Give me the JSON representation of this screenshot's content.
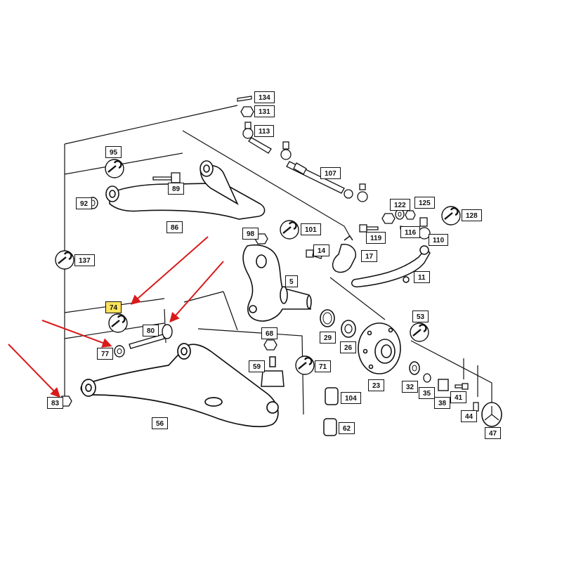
{
  "colors": {
    "line": "#111111",
    "arrow": "#d91a1a",
    "highlight": "#ffe45c"
  },
  "labels": {
    "l134": "134",
    "l131": "131",
    "l113": "113",
    "l95": "95",
    "l89": "89",
    "l107": "107",
    "l92": "92",
    "l122": "122",
    "l125": "125",
    "l128": "128",
    "l86": "86",
    "l98": "98",
    "l101": "101",
    "l116": "116",
    "l119": "119",
    "l137": "137",
    "l14": "14",
    "l17": "17",
    "l110": "110",
    "l5": "5",
    "l11": "11",
    "l74": "74",
    "l80": "80",
    "l53": "53",
    "l68": "68",
    "l29": "29",
    "l26": "26",
    "l77": "77",
    "l59": "59",
    "l71": "71",
    "l23": "23",
    "l32": "32",
    "l35": "35",
    "l41": "41",
    "l38": "38",
    "l83": "83",
    "l104": "104",
    "l44": "44",
    "l56": "56",
    "l62": "62",
    "l47": "47"
  },
  "highlighted": [
    "74"
  ],
  "icons": [
    "wrench-icon",
    "bolt-icon",
    "nut-icon",
    "bushing-icon",
    "ball-joint-icon",
    "wheel-hub-icon",
    "control-arm-icon",
    "steering-knuckle-icon"
  ]
}
